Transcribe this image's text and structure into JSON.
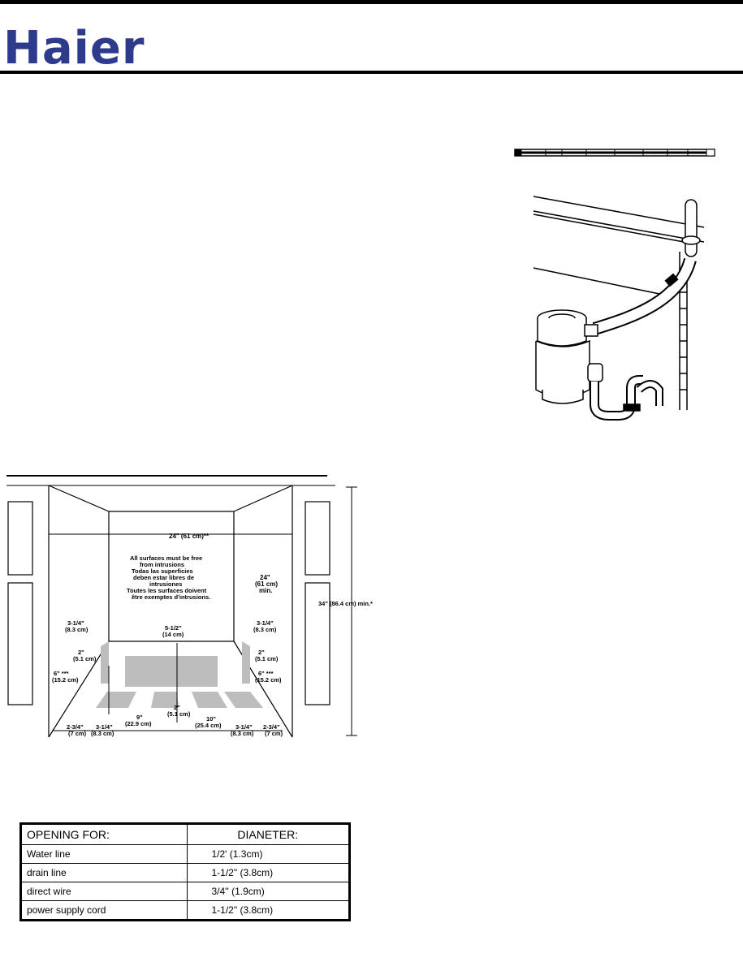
{
  "header": {
    "brand": "Haier"
  },
  "cabinet_diagram": {
    "labels": {
      "top_width": "24\" (61 cm)**",
      "surfaces_en1": "All surfaces must be free",
      "surfaces_en2": "from intrusions",
      "surfaces_es1": "Todas las superficies",
      "surfaces_es2": "deben estar libres de",
      "surfaces_es3": "intrusiones",
      "surfaces_fr1": "Toutes les surfaces doivent",
      "surfaces_fr2": "être exemptes d'intrusions.",
      "depth1": "24\"",
      "depth2": "(61 cm)",
      "depth3": "min.",
      "height": "34\" (86.4 cm) min.*",
      "left_side_in": "3-1/4\"",
      "left_side_cm": "(8.3 cm)",
      "right_side_in": "3-1/4\"",
      "right_side_cm": "(8.3 cm)",
      "center_in": "5-1/2\"",
      "center_cm": "(14 cm)",
      "left_2_in": "2\"",
      "left_2_cm": "(5.1 cm)",
      "right_2_in": "2\"",
      "right_2_cm": "(5.1 cm)",
      "left_6_in": "6\" ***",
      "left_6_cm": "(15.2 cm)",
      "right_6_in": "6\" ***",
      "right_6_cm": "(15.2 cm)",
      "nine_in": "9\"",
      "nine_cm": "(22.9 cm)",
      "two_in": "2\"",
      "two_cm": "(5.1 cm)",
      "ten_in": "10\"",
      "ten_cm": "(25.4 cm)",
      "bl1_in": "2-3/4\"",
      "bl1_cm": "(7 cm)",
      "bl2_in": "3-1/4\"",
      "bl2_cm": "(8.3 cm)",
      "br1_in": "3-1/4\"",
      "br1_cm": "(8.3 cm)",
      "br2_in": "2-3/4\"",
      "br2_cm": "(7 cm)"
    }
  },
  "openings_table": {
    "headers": [
      "OPENING FOR:",
      "DIANETER:"
    ],
    "rows": [
      [
        "Water line",
        "1/2' (1.3cm)"
      ],
      [
        "drain line",
        "1-1/2\" (3.8cm)"
      ],
      [
        "direct wire",
        "3/4'' (1.9cm)"
      ],
      [
        "power supply cord",
        "1-1/2\" (3.8cm)"
      ]
    ]
  }
}
